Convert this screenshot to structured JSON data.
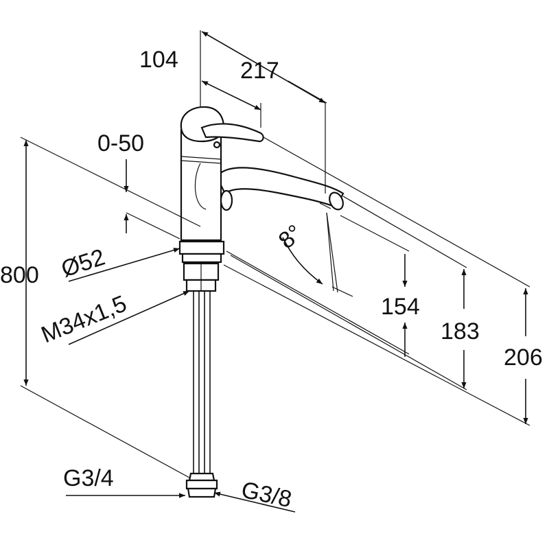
{
  "dimensions": {
    "top_reach_1": "104",
    "top_reach_2": "217",
    "lever_travel": "0-50",
    "total_length": "800",
    "base_diameter": "Ø52",
    "thread": "M34x1,5",
    "spout_angle": "8°",
    "height_1": "154",
    "height_2": "183",
    "height_3": "206",
    "hose_connection_1": "G3/4",
    "hose_connection_2": "G3/8"
  }
}
